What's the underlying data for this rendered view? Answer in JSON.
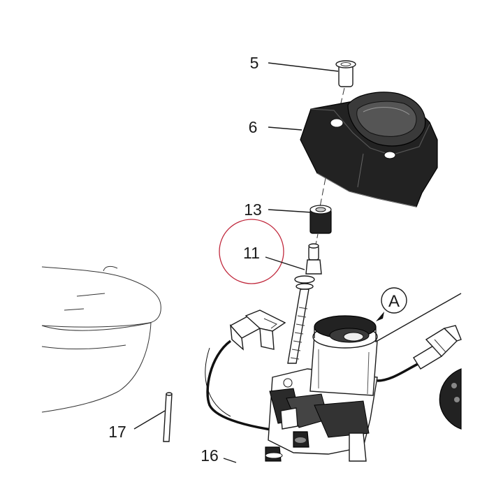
{
  "callouts": {
    "part_5": "5",
    "part_6": "6",
    "part_13": "13",
    "part_11": "11",
    "part_17": "17",
    "part_16": "16",
    "detail_a": "A"
  },
  "colors": {
    "line": "#1a1a1a",
    "part_dark": "#2b2b2b",
    "highlight_circle": "#c0283c"
  },
  "highlighted_part": "11"
}
